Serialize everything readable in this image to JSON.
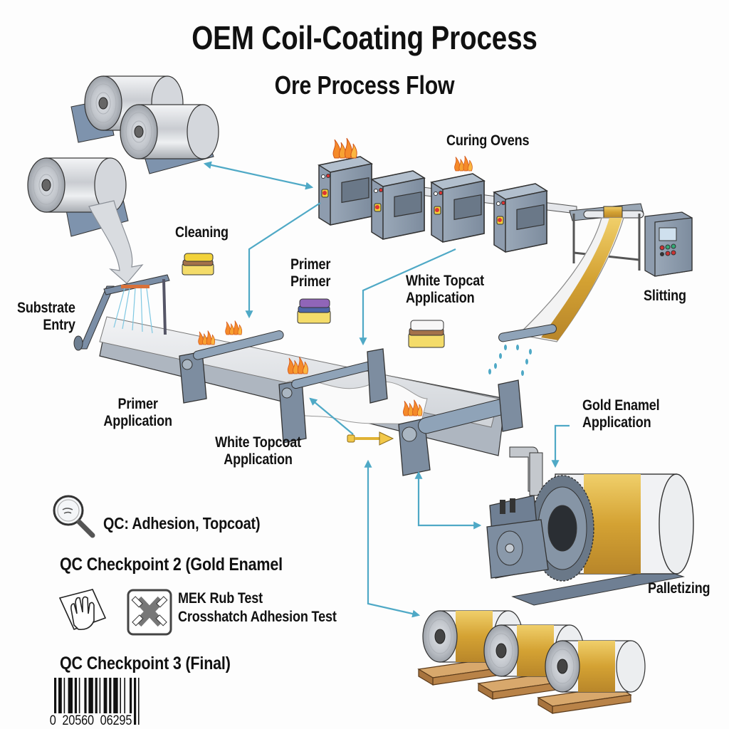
{
  "header": {
    "title": "OEM Coil-Coating Process",
    "subtitle": "Ore Process Flow"
  },
  "stages": {
    "curing_ovens": "Curing Ovens",
    "cleaning": "Cleaning",
    "primer_line1": "Primer",
    "primer_line2": "Primer",
    "white_topcoat_top_line1": "White Topcat",
    "white_topcoat_top_line2": "Application",
    "slitting": "Slitting",
    "substrate_entry_line1": "Substrate",
    "substrate_entry_line2": "Entry",
    "primer_application_line1": "Primer",
    "primer_application_line2": "Application",
    "white_topcoat_bottom_line1": "White Topcoat",
    "white_topcoat_bottom_line2": "Application",
    "gold_enamel_line1": "Gold Enamel",
    "gold_enamel_line2": "Application",
    "palletizing": "Palletizing"
  },
  "qc": {
    "checkpoint1": "QC: Adhesion, Topcoat)",
    "checkpoint2": "QC Checkpoint 2 (Gold Enamel",
    "test1": "MEK Rub Test",
    "test2": "Crosshatch Adhesion Test",
    "checkpoint3": "QC Checkpoint 3 (Final)",
    "barcode_digits": "0  20560  06295"
  },
  "icons": {
    "magnifier": "magnifier-icon",
    "rub_cloth": "hand-wipe-icon",
    "crosshatch": "crosshatch-icon",
    "barcode": "barcode-icon"
  },
  "colors": {
    "arrow": "#4fa9c6",
    "machine": "#8a9bb0",
    "gold": "#d9a93a",
    "flame": "#f07a22",
    "pallet": "#c9955a"
  }
}
